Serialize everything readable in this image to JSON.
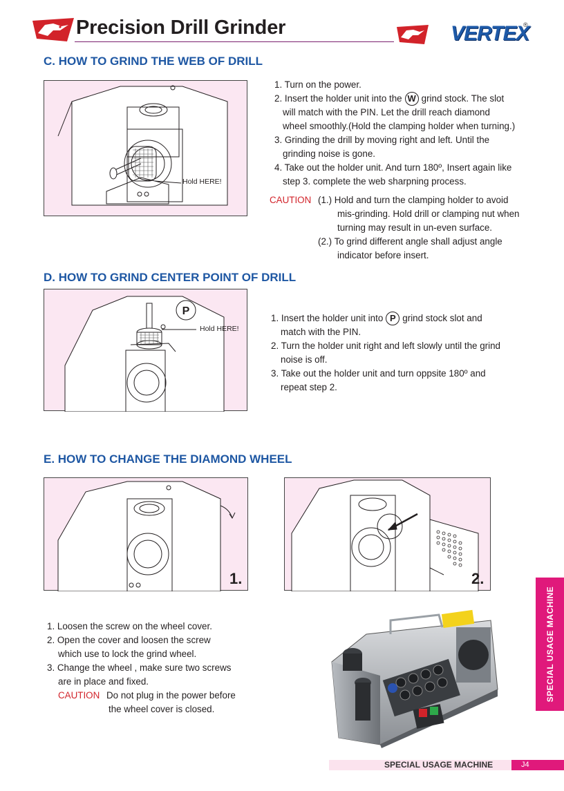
{
  "header": {
    "title": "Precision Drill Grinder",
    "brand": "VERTEX",
    "brand_mark": "®"
  },
  "colors": {
    "accent_blue": "#1e57a3",
    "accent_pink": "#e0197b",
    "caution_red": "#d2232a",
    "panel_bg": "#fbe7f2"
  },
  "section_c": {
    "heading": "C. HOW TO GRIND THE WEB OF DRILL",
    "hold_label": "Hold HERE!",
    "steps": {
      "s1": "1. Turn on the power.",
      "s2a": "2. Insert the holder unit into the",
      "s2icon": "W",
      "s2b": "grind stock. The slot",
      "s2c": "will match with the PIN. Let the drill reach diamond",
      "s2d": "wheel smoothly.(Hold the clamping holder when turning.)",
      "s3a": "3. Grinding the drill by moving right and left. Until the",
      "s3b": "grinding noise is gone.",
      "s4a": "4. Take out the holder unit. And turn 180º, Insert again like",
      "s4b": "step 3. complete the web sharpning process."
    },
    "caution": {
      "word": "CAUTION",
      "c1a": "(1.) Hold and turn the clamping holder to avoid",
      "c1b": "mis-grinding. Hold drill or clamping nut when",
      "c1c": "turning may result in un-even surface.",
      "c2a": "(2.) To grind different angle shall adjust angle",
      "c2b": "indicator before insert."
    }
  },
  "section_d": {
    "heading": "D. HOW TO GRIND CENTER POINT OF DRILL",
    "hold_label": "Hold HERE!",
    "icon_label": "P",
    "steps": {
      "s1a": "1. Insert the holder unit into",
      "s1icon": "P",
      "s1b": "grind stock slot and",
      "s1c": "match with the PIN.",
      "s2a": "2. Turn the holder unit right and left slowly until the grind",
      "s2b": "noise is off.",
      "s3a": "3. Take out the holder unit and turn oppsite 180º and",
      "s3b": "repeat step 2."
    }
  },
  "section_e": {
    "heading": "E. HOW TO CHANGE THE DIAMOND WHEEL",
    "fig1_label": "1.",
    "fig2_label": "2.",
    "steps": {
      "s1": "1. Loosen the screw on the wheel cover.",
      "s2a": "2. Open the cover and loosen the screw",
      "s2b": "which use to lock the grind wheel.",
      "s3a": "3. Change the wheel , make sure two screws",
      "s3b": "are in place and fixed."
    },
    "caution": {
      "word": "CAUTION",
      "c1a": "Do not plug in the power before",
      "c1b": "the wheel cover is closed."
    }
  },
  "sidebar": {
    "label": "SPECIAL USAGE MACHINE"
  },
  "footer": {
    "label": "SPECIAL USAGE MACHINE",
    "page": "J4"
  }
}
